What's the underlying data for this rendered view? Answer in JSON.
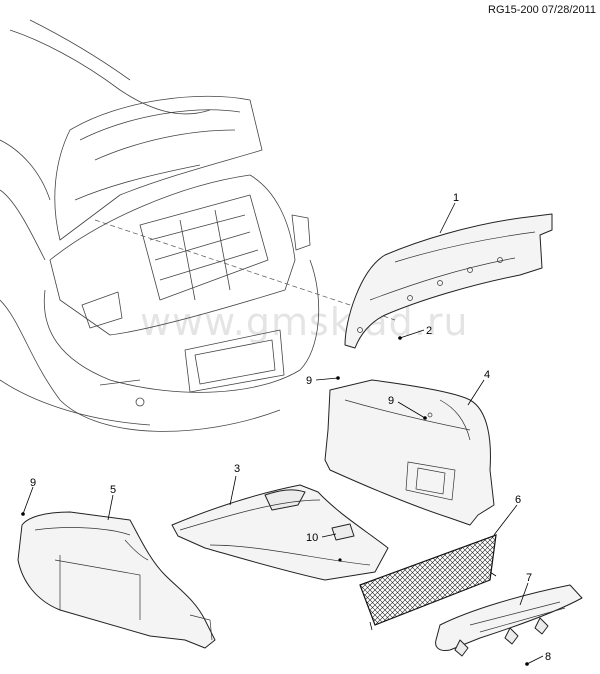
{
  "header": {
    "reference": "RG15-200 07/28/2011"
  },
  "watermark": "www.gmsklad.ru",
  "callouts": [
    {
      "id": "c1",
      "label": "1"
    },
    {
      "id": "c2",
      "label": "2"
    },
    {
      "id": "c3",
      "label": "3"
    },
    {
      "id": "c4",
      "label": "4"
    },
    {
      "id": "c5",
      "label": "5"
    },
    {
      "id": "c6",
      "label": "6"
    },
    {
      "id": "c7",
      "label": "7"
    },
    {
      "id": "c8",
      "label": "8"
    },
    {
      "id": "c9a",
      "label": "9"
    },
    {
      "id": "c9b",
      "label": "9"
    },
    {
      "id": "c9c",
      "label": "9"
    },
    {
      "id": "c10",
      "label": "10"
    }
  ]
}
